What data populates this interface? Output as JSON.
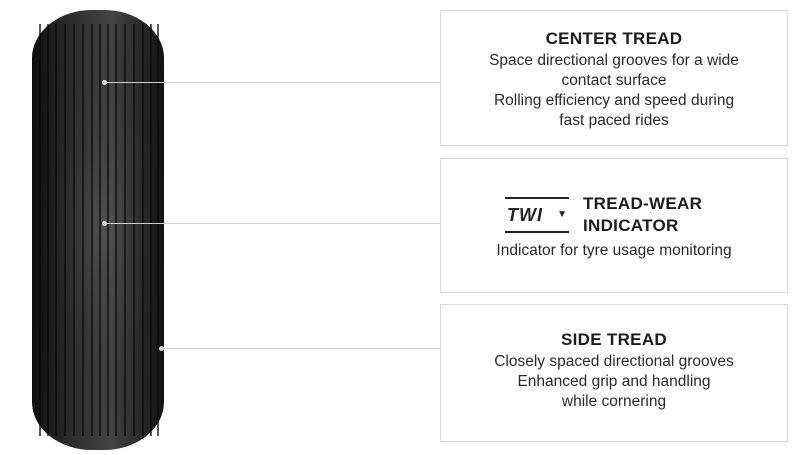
{
  "center_tread": {
    "title": "CENTER TREAD",
    "line1": "Space directional grooves for a wide",
    "line2": "contact surface",
    "line3": "Rolling efficiency and speed during",
    "line4": "fast paced rides"
  },
  "twi": {
    "badge": "TWI",
    "badge_arrow": "▼",
    "title": "TREAD-WEAR INDICATOR",
    "description": "Indicator for tyre usage monitoring"
  },
  "side_tread": {
    "title": "SIDE TREAD",
    "line1": "Closely spaced directional grooves",
    "line2": "Enhanced grip and handling",
    "line3": "while cornering"
  },
  "colors": {
    "tyre_dark": "#1b1b1b",
    "tyre_mid": "#4a4a4a",
    "card_border": "#d9d9d9",
    "connector": "#d0d0d0"
  }
}
